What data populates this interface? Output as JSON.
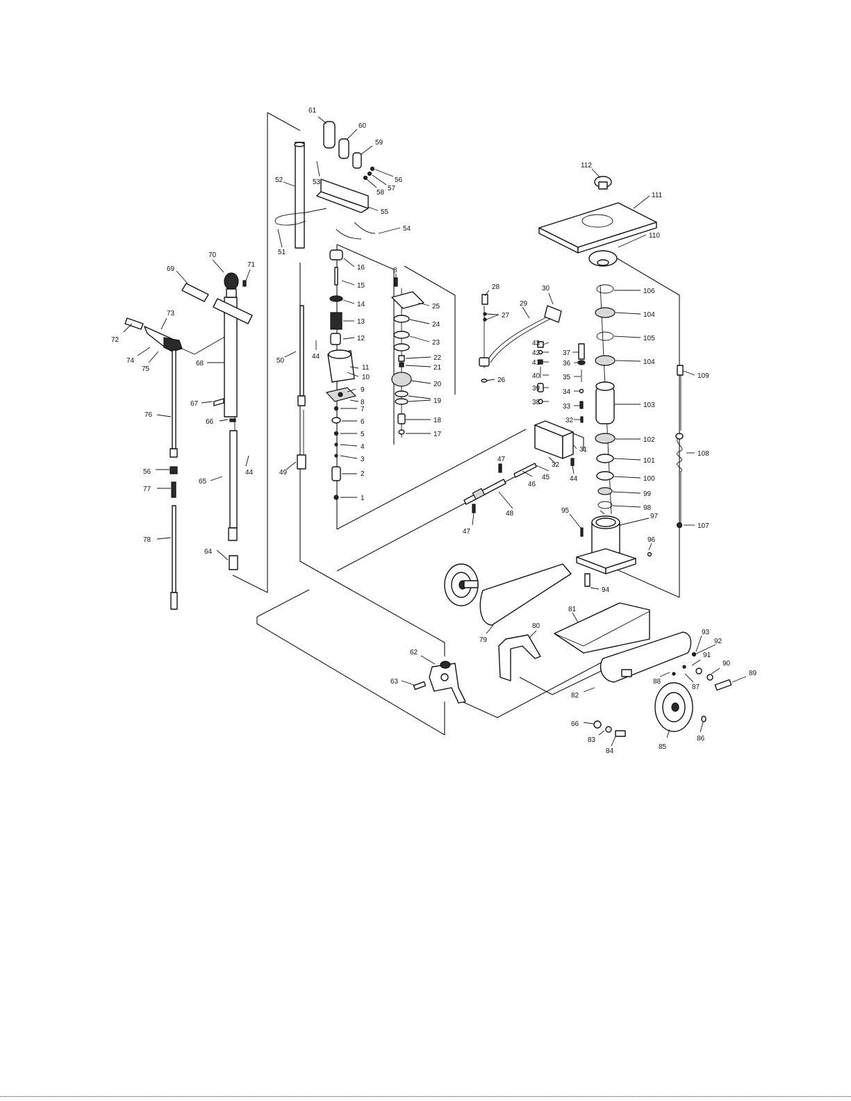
{
  "diagram": {
    "labels": [
      "1",
      "2",
      "3",
      "4",
      "5",
      "6",
      "7",
      "8",
      "9",
      "10",
      "11",
      "12",
      "13",
      "14",
      "15",
      "16",
      "17",
      "18",
      "19",
      "20",
      "21",
      "22",
      "23",
      "24",
      "25",
      "26",
      "27",
      "28",
      "29",
      "30",
      "31",
      "32",
      "33",
      "34",
      "35",
      "36",
      "37",
      "38",
      "39",
      "40",
      "41",
      "42",
      "43",
      "44",
      "45",
      "46",
      "47",
      "48",
      "49",
      "50",
      "51",
      "52",
      "53",
      "54",
      "55",
      "56",
      "57",
      "58",
      "59",
      "60",
      "61",
      "62",
      "63",
      "64",
      "65",
      "66",
      "67",
      "68",
      "69",
      "70",
      "71",
      "72",
      "73",
      "74",
      "75",
      "76",
      "77",
      "78",
      "79",
      "80",
      "81",
      "82",
      "83",
      "84",
      "85",
      "86",
      "87",
      "88",
      "89",
      "90",
      "91",
      "92",
      "93",
      "94",
      "95",
      "96",
      "97",
      "98",
      "99",
      "100",
      "101",
      "102",
      "103",
      "104",
      "105",
      "106",
      "107",
      "108",
      "109",
      "110",
      "111",
      "112"
    ]
  }
}
